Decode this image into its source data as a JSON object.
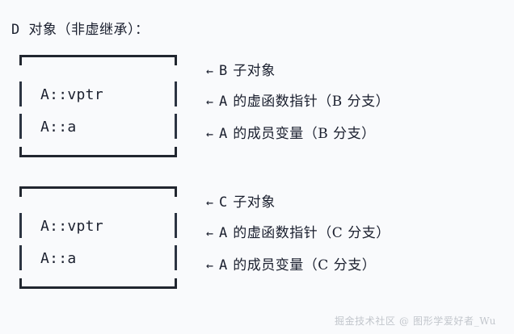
{
  "title": "D 对象（非虚继承）：",
  "background_color": "#f9fafc",
  "text_color": "#1a1f2e",
  "watermark_color": "#c2c6cc",
  "arrow_glyph": "←",
  "groups": [
    {
      "branch": "B",
      "slots": [
        {
          "label": "A::vptr"
        },
        {
          "label": "A::a"
        }
      ],
      "annotations": [
        {
          "arrow": "←",
          "owner": "B",
          "text": "子对象"
        },
        {
          "arrow": "←",
          "owner": "A",
          "text": "的虚函数指针（B 分支）"
        },
        {
          "arrow": "←",
          "owner": "A",
          "text": "的成员变量（B 分支）"
        }
      ]
    },
    {
      "branch": "C",
      "slots": [
        {
          "label": "A::vptr"
        },
        {
          "label": "A::a"
        }
      ],
      "annotations": [
        {
          "arrow": "←",
          "owner": "C",
          "text": "子对象"
        },
        {
          "arrow": "←",
          "owner": "A",
          "text": "的虚函数指针（C 分支）"
        },
        {
          "arrow": "←",
          "owner": "A",
          "text": "的成员变量（C 分支）"
        }
      ]
    }
  ],
  "watermark": "掘金技术社区 @ 图形学爱好者_Wu"
}
